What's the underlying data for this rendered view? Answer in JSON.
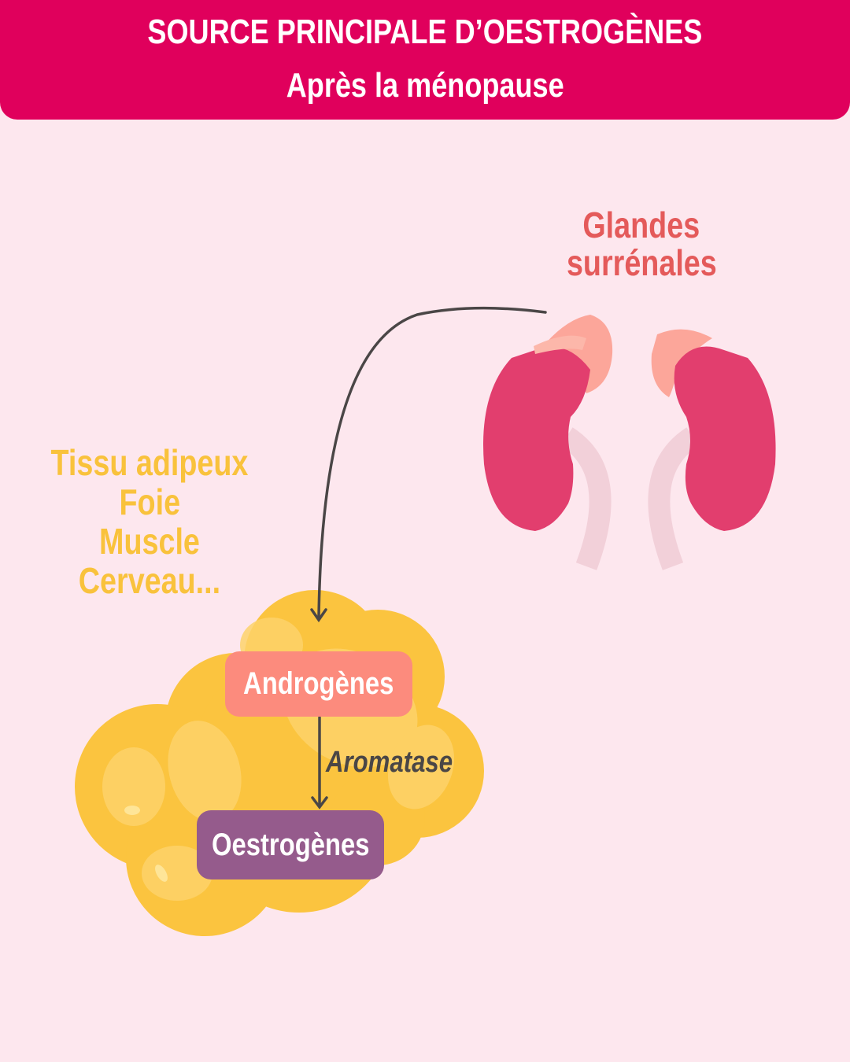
{
  "header": {
    "title": "SOURCE PRINCIPALE D’OESTROGÈNES",
    "subtitle": "Après la ménopause"
  },
  "adrenal_label": [
    "Glandes",
    "surrénales"
  ],
  "tissues_label": [
    "Tissu adipeux",
    "Foie",
    "Muscle",
    "Cerveau..."
  ],
  "flow": {
    "from": "Androgènes",
    "enzyme": "Aromatase",
    "to": "Oestrogènes"
  },
  "colors": {
    "header": "#e0005c",
    "background": "#fde7ee",
    "kidney": "#e23e6e",
    "adrenal": "#fca69a",
    "fat": "#fbc43f",
    "androgens": "#fc8b7d",
    "estrogens": "#955b8c",
    "arrow": "#4a4646"
  }
}
